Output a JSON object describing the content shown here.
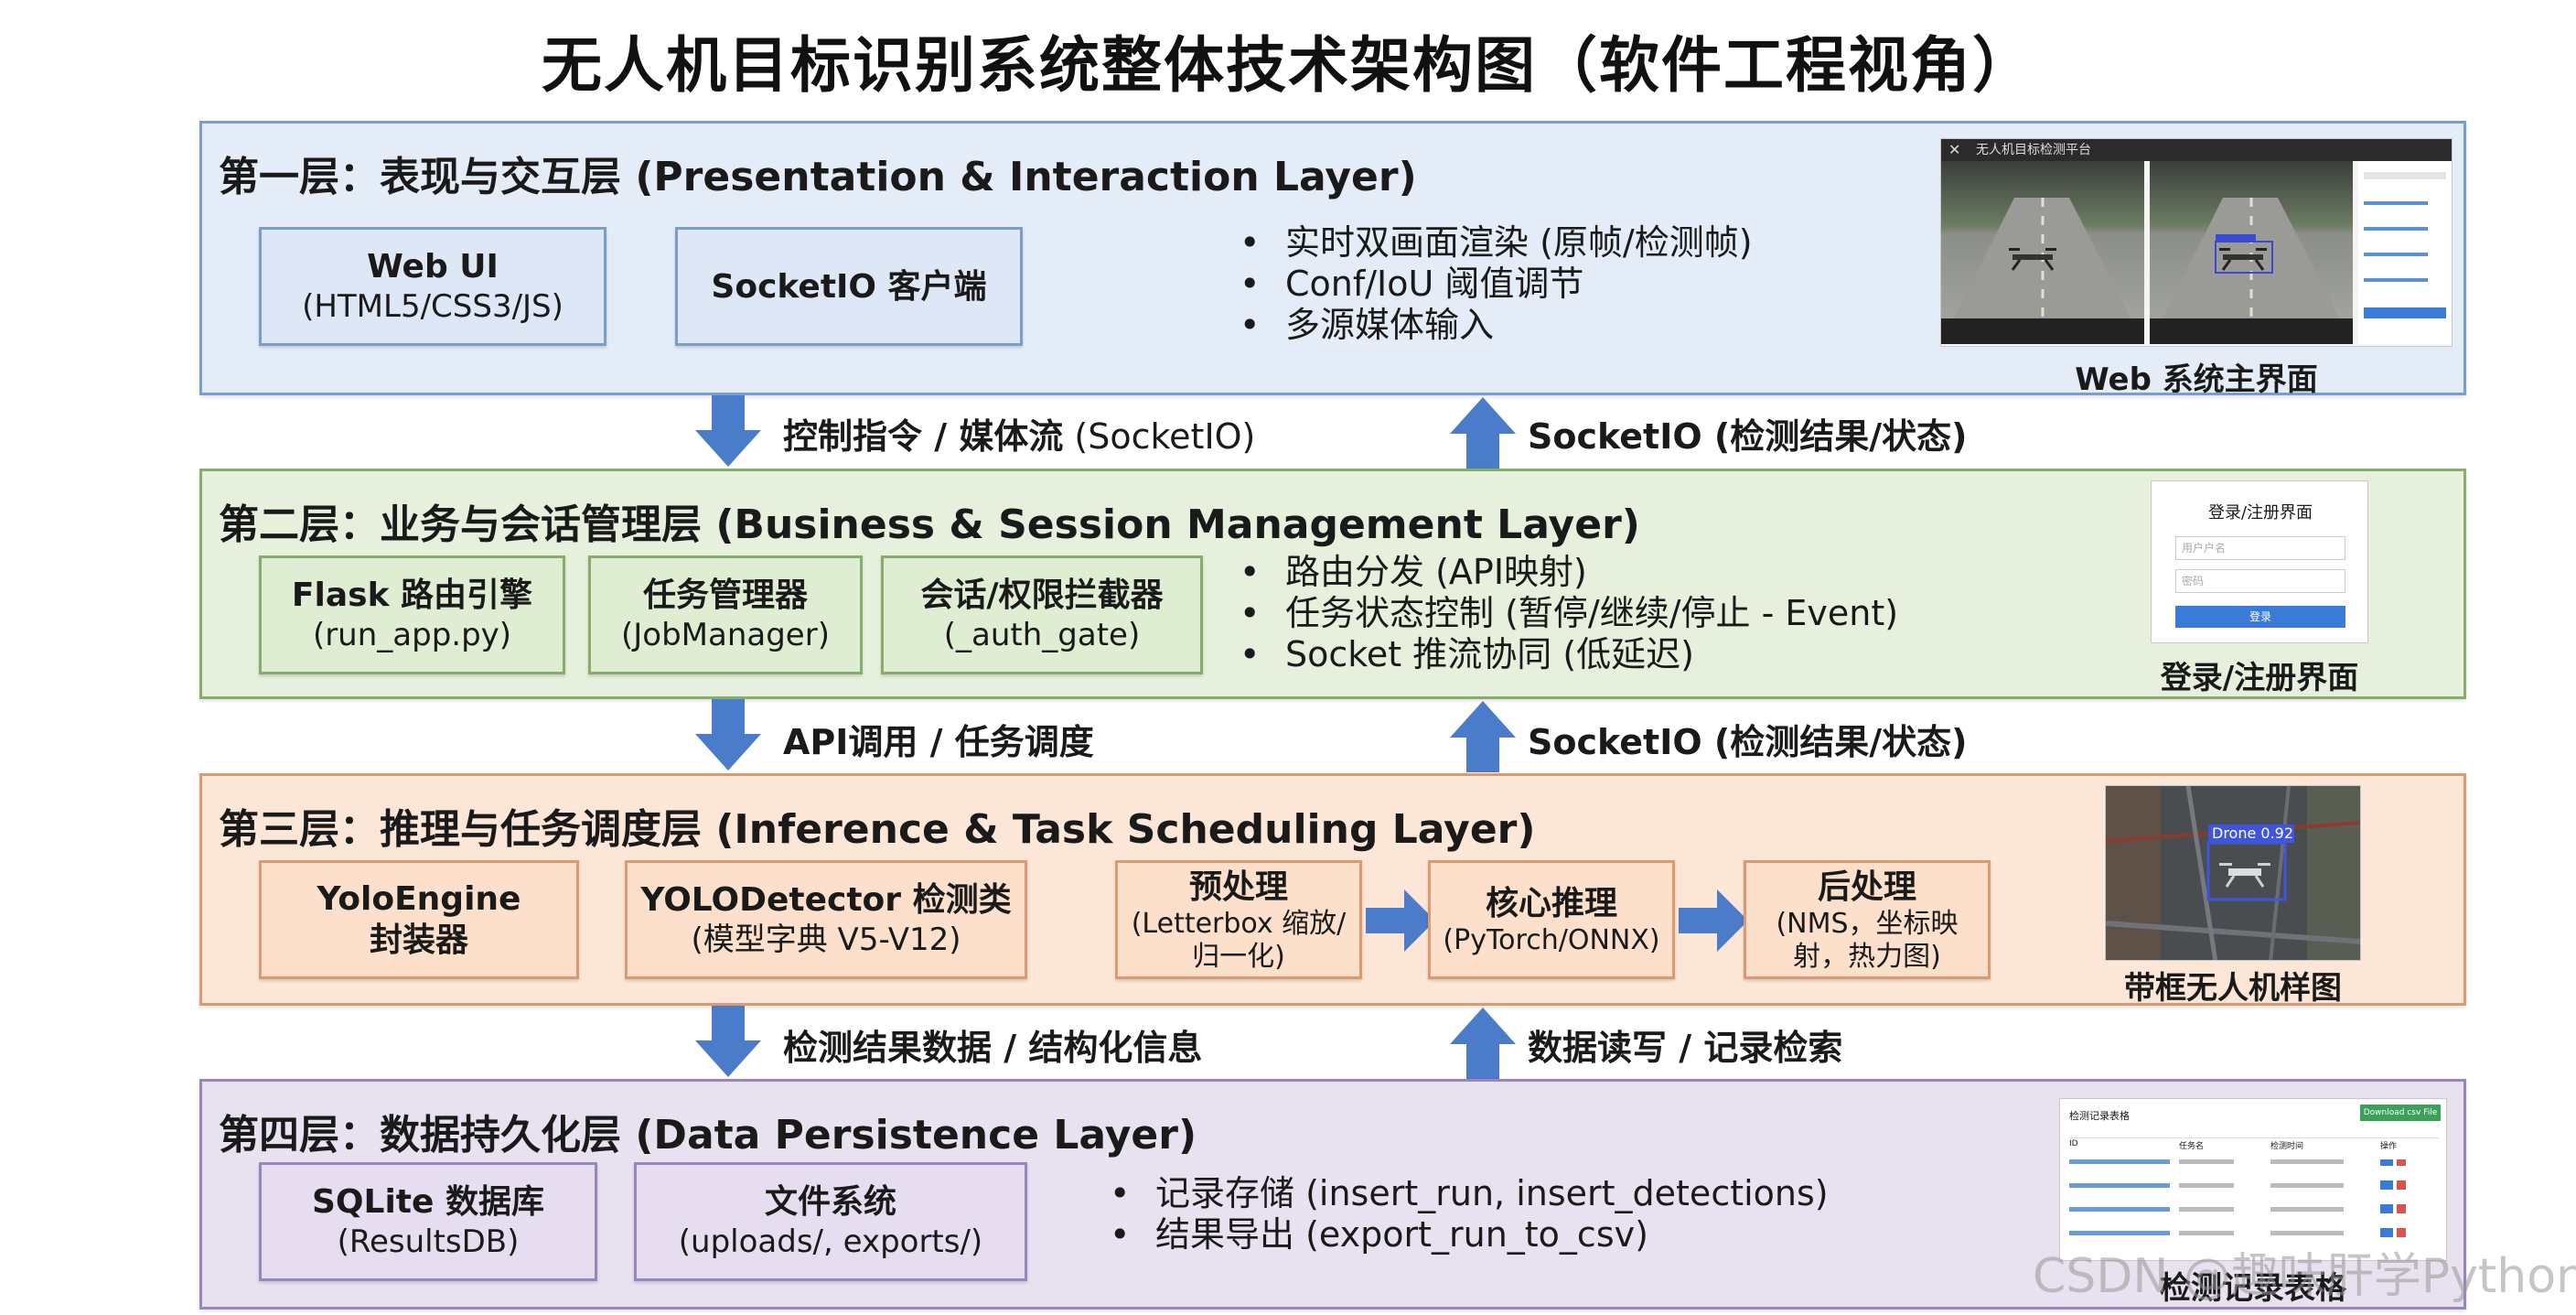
{
  "title": "无人机目标识别系统整体技术架构图（软件工程视角）",
  "layers": [
    {
      "title": "第一层：表现与交互层 (Presentation & Interaction Layer)",
      "boxes": [
        {
          "title": "Web UI",
          "sub": "(HTML5/CSS3/JS)"
        },
        {
          "title": "SocketIO 客户端",
          "sub": ""
        }
      ],
      "bullets": [
        "实时双画面渲染 (原帧/检测帧)",
        "Conf/IoU 阈值调节",
        "多源媒体输入"
      ],
      "screenshot_caption": "Web 系统主界面",
      "screenshot": {
        "window_title": "无人机目标检测平台"
      }
    },
    {
      "title": "第二层：业务与会话管理层 (Business & Session Management Layer)",
      "boxes": [
        {
          "title": "Flask 路由引擎",
          "sub": "(run_app.py)"
        },
        {
          "title": "任务管理器",
          "sub": "(JobManager)"
        },
        {
          "title": "会话/权限拦截器",
          "sub": "(_auth_gate)"
        }
      ],
      "bullets": [
        "路由分发 (API映射)",
        "任务状态控制 (暂停/继续/停止 - Event)",
        "Socket 推流协同 (低延迟)"
      ],
      "screenshot_caption": "登录/注册界面",
      "screenshot": {
        "heading": "登录/注册界面",
        "username_placeholder": "用户户名",
        "password_placeholder": "密码",
        "button": "登录"
      }
    },
    {
      "title": "第三层：推理与任务调度层 (Inference & Task Scheduling Layer)",
      "boxes": [
        {
          "title": "YoloEngine",
          "sub": "封装器"
        },
        {
          "title": "YOLODetector 检测类",
          "sub": "(模型字典 V5-V12)"
        },
        {
          "title": "预处理",
          "sub": "(Letterbox 缩放/归一化)"
        },
        {
          "title": "核心推理",
          "sub": "(PyTorch/ONNX)"
        },
        {
          "title": "后处理",
          "sub": "(NMS，坐标映射，热力图)"
        }
      ],
      "screenshot_caption": "带框无人机样图",
      "screenshot": {
        "label": "Drone 0.92"
      }
    },
    {
      "title": "第四层：数据持久化层 (Data Persistence Layer)",
      "boxes": [
        {
          "title": "SQLite 数据库",
          "sub": "(ResultsDB)"
        },
        {
          "title": "文件系统",
          "sub": "(uploads/, exports/)"
        }
      ],
      "bullets": [
        "记录存储 (insert_run, insert_detections)",
        "结果导出 (export_run_to_csv)"
      ],
      "screenshot_caption": "检测记录表格",
      "screenshot": {
        "heading": "检测记录表格",
        "download_button": "Download csv File",
        "columns": [
          "ID",
          "任务名",
          "检测时间",
          "操作"
        ]
      }
    }
  ],
  "arrows": [
    {
      "down_label_bold": "控制指令 / 媒体流",
      "down_label_rest": " (SocketIO)",
      "up_label_bold": "SocketIO",
      "up_label_rest": " (检测结果/状态)"
    },
    {
      "down_label_bold": "API调用 / 任务调度",
      "down_label_rest": "",
      "up_label_bold": "SocketIO",
      "up_label_rest": " (检测结果/状态)"
    },
    {
      "down_label_bold": "检测结果数据 / 结构化信息",
      "down_label_rest": "",
      "up_label_bold": "数据读写 / 记录检索",
      "up_label_rest": ""
    }
  ],
  "watermark": "CSDN @趣味肝学Python",
  "colors": {
    "layer1": "#e3ecf7",
    "layer2": "#e6f0dc",
    "layer3": "#fbe6d7",
    "layer4": "#e8e2f0",
    "arrow": "#4a7cc9"
  }
}
